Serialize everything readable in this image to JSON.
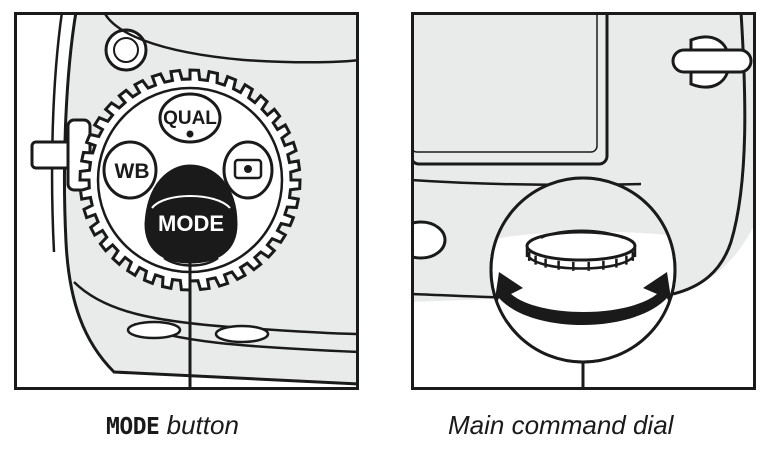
{
  "left_panel": {
    "buttons": {
      "qual": "QUAL",
      "wb": "WB",
      "mode": "MODE"
    },
    "caption": {
      "button_name": "MODE",
      "suffix": "button"
    }
  },
  "right_panel": {
    "caption": "Main command dial"
  },
  "colors": {
    "panel_fill": "#e9ebea",
    "line": "#1a1a1a",
    "white": "#ffffff"
  }
}
